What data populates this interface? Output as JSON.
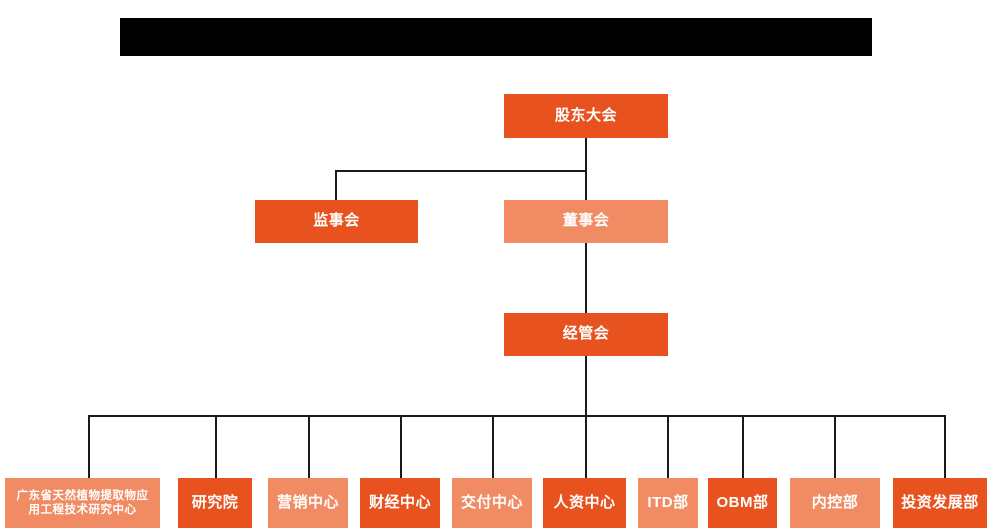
{
  "page": {
    "title_banner": {
      "redacted": true,
      "text": ""
    },
    "background_color": "#ffffff",
    "line_color": "#1a1a1a"
  },
  "palette": {
    "dark_orange": "#E8521E",
    "light_orange": "#F08B63",
    "text_color": "#ffffff"
  },
  "nodes": {
    "shareholders_meeting": {
      "label": "股东大会",
      "style": "dark"
    },
    "supervisory_board": {
      "label": "监事会",
      "style": "dark"
    },
    "board_of_directors": {
      "label": "董事会",
      "style": "light"
    },
    "management_committee": {
      "label": "经管会",
      "style": "dark"
    }
  },
  "departments": [
    {
      "label": "广东省天然植物提取物应\n用工程技术研究中心",
      "line1": "广东省天然植物提取物应",
      "line2": "用工程技术研究中心",
      "style": "light"
    },
    {
      "label": "研究院",
      "style": "dark"
    },
    {
      "label": "营销中心",
      "style": "light"
    },
    {
      "label": "财经中心",
      "style": "dark"
    },
    {
      "label": "交付中心",
      "style": "light"
    },
    {
      "label": "人资中心",
      "style": "dark"
    },
    {
      "label": "ITD部",
      "style": "light"
    },
    {
      "label": "OBM部",
      "style": "dark"
    },
    {
      "label": "内控部",
      "style": "light"
    },
    {
      "label": "投资发展部",
      "style": "dark"
    }
  ]
}
